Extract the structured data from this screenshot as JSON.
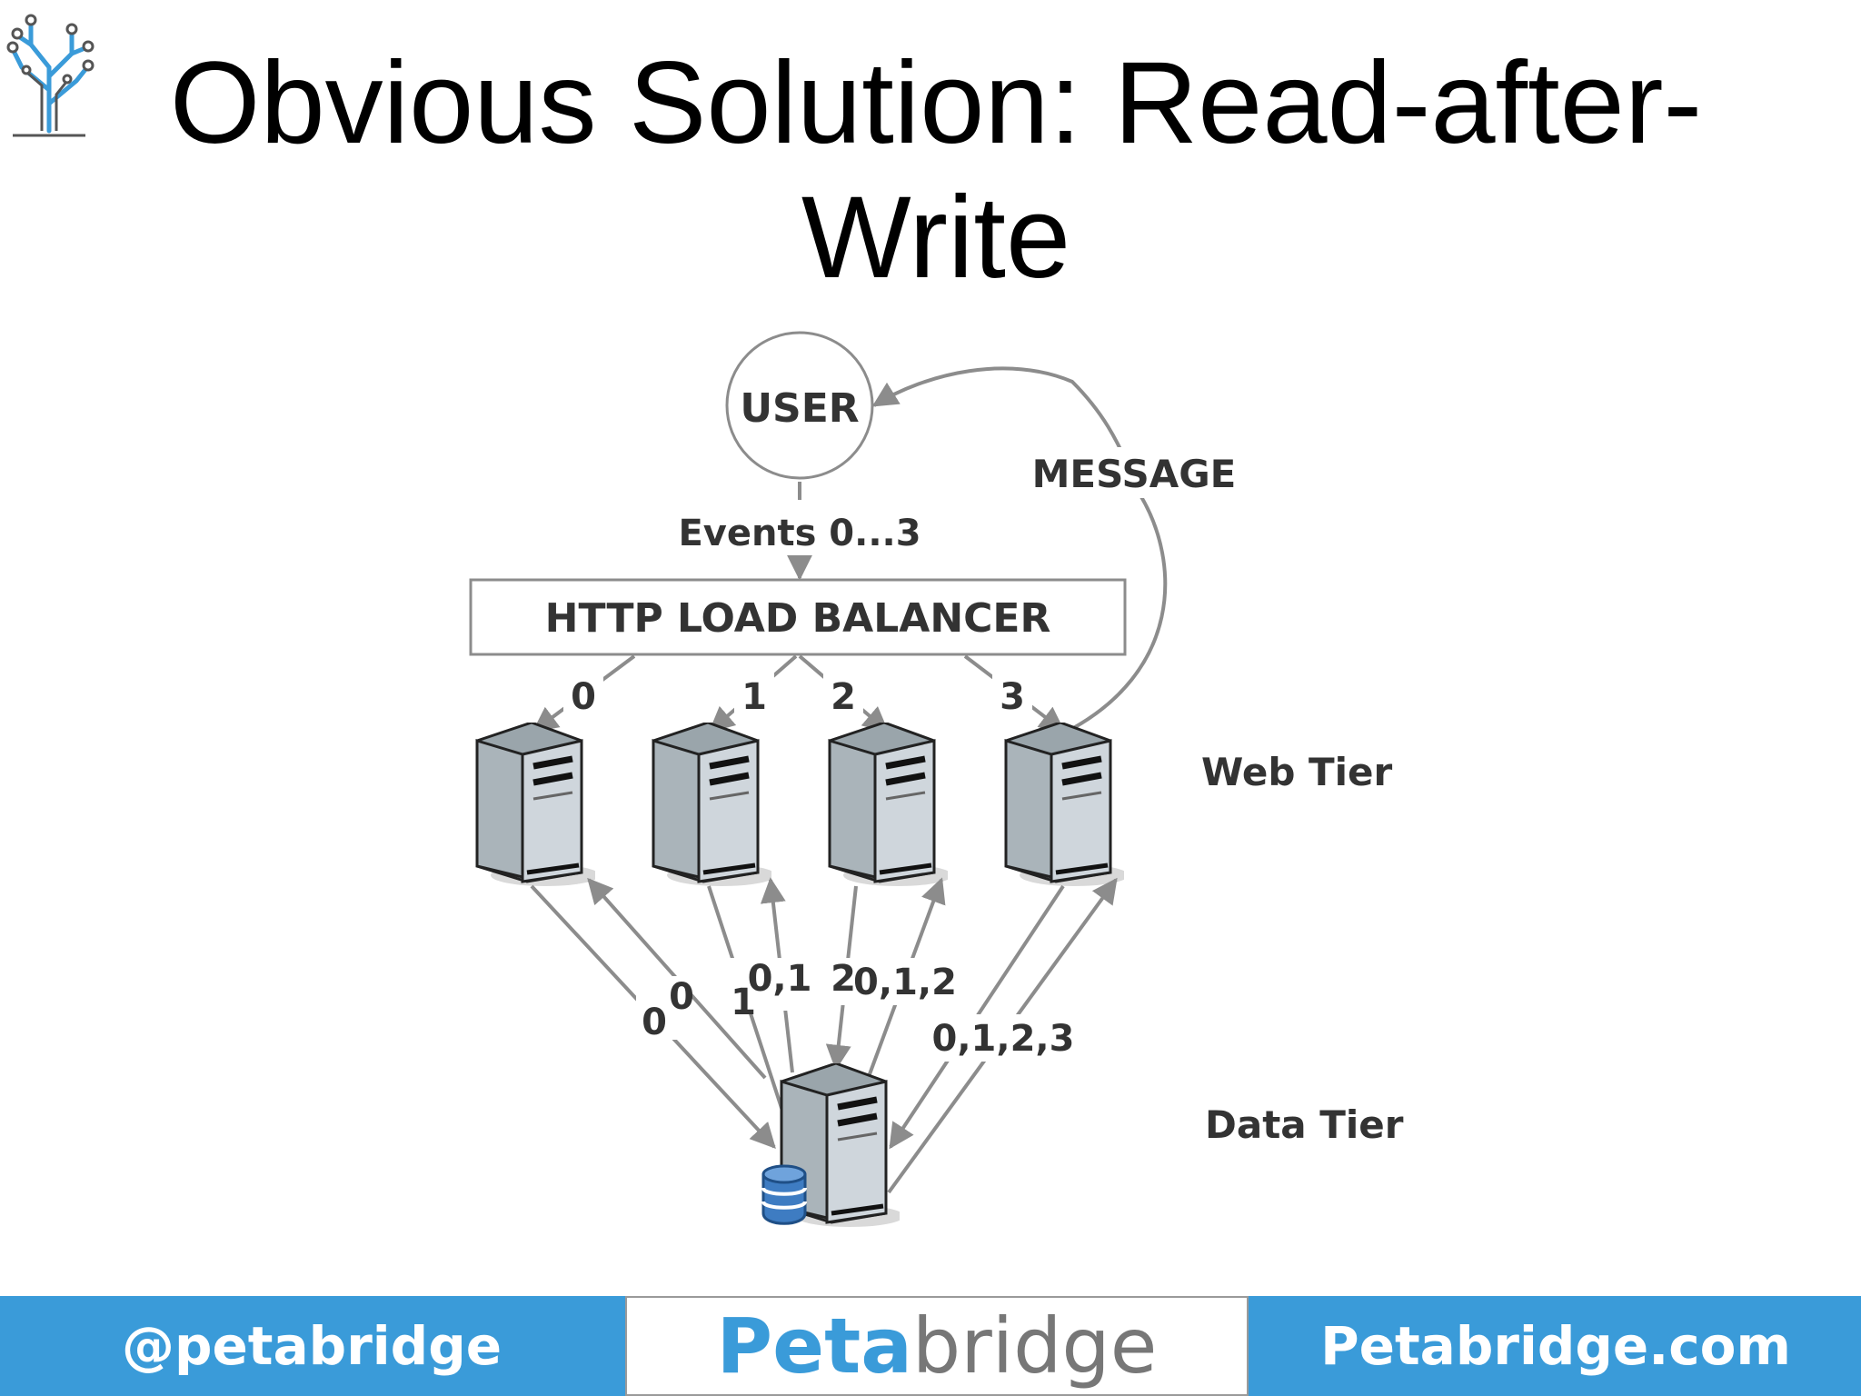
{
  "slide": {
    "title_line1": "Obvious Solution: Read-after-",
    "title_line2": "Write"
  },
  "diagram": {
    "user_label": "USER",
    "events_label": "Events 0...3",
    "message_label": "MESSAGE",
    "load_balancer_label": "HTTP LOAD BALANCER",
    "web_tier_label": "Web Tier",
    "data_tier_label": "Data Tier",
    "lb_routes": [
      "0",
      "1",
      "2",
      "3"
    ],
    "write_labels": [
      "0",
      "1",
      "2"
    ],
    "read_labels": [
      "0",
      "0,1",
      "0,1,2",
      "0,1,2,3"
    ],
    "colors": {
      "arrow": "#8c8c8c",
      "server_body": "#b2bcc0",
      "server_front": "#cfd6dc",
      "db_blue": "#3e7cc2",
      "footer_blue": "#3a9bd9"
    }
  },
  "footer": {
    "handle": "@petabridge",
    "brand_part1": "Peta",
    "brand_part2": "bridge",
    "website": "Petabridge.com"
  }
}
